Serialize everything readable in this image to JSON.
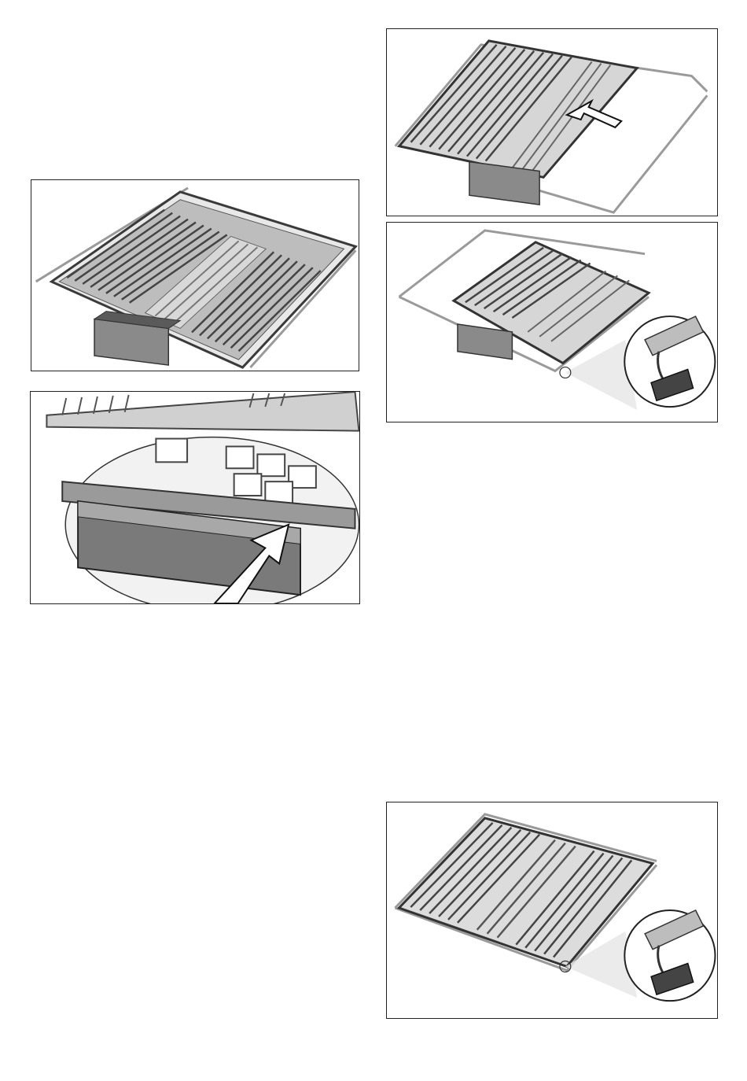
{
  "page": {
    "background": "#ffffff",
    "frame_color": "#222222"
  },
  "colors": {
    "rack_dark": "#4a4a4a",
    "rack_mid": "#7a7a7a",
    "rack_light": "#c8c8c8",
    "rail": "#9a9a9a"
  },
  "figures": [
    {
      "name": "rack-overview",
      "icon": "cutlery-rack-illustration"
    },
    {
      "name": "handle-detail",
      "icon": "rack-handle-zoom-illustration",
      "arrow": "insert-arrow-icon"
    },
    {
      "name": "rack-slide-in",
      "icon": "rack-slide-illustration",
      "arrow": "push-arrow-icon"
    },
    {
      "name": "rack-rail-clip",
      "icon": "rail-clip-illustration",
      "zoom": "clip-zoom-icon"
    },
    {
      "name": "rack-installed",
      "icon": "installed-rack-illustration",
      "zoom": "clip-zoom-icon"
    }
  ]
}
